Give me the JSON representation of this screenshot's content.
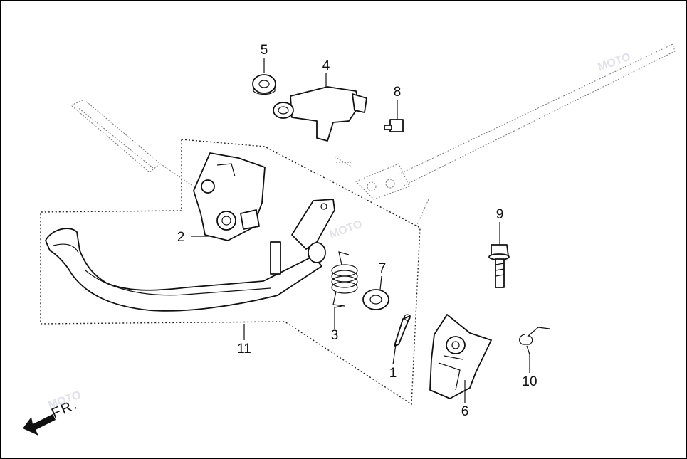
{
  "callouts": {
    "c1": "1",
    "c2": "2",
    "c3": "3",
    "c4": "4",
    "c5": "5",
    "c6": "6",
    "c7": "7",
    "c8": "8",
    "c9": "9",
    "c10": "10",
    "c11": "11"
  },
  "direction_label": "FR.",
  "watermark": "MOTO",
  "colors": {
    "line": "#111111",
    "background": "#ffffff",
    "border": "#000000"
  }
}
